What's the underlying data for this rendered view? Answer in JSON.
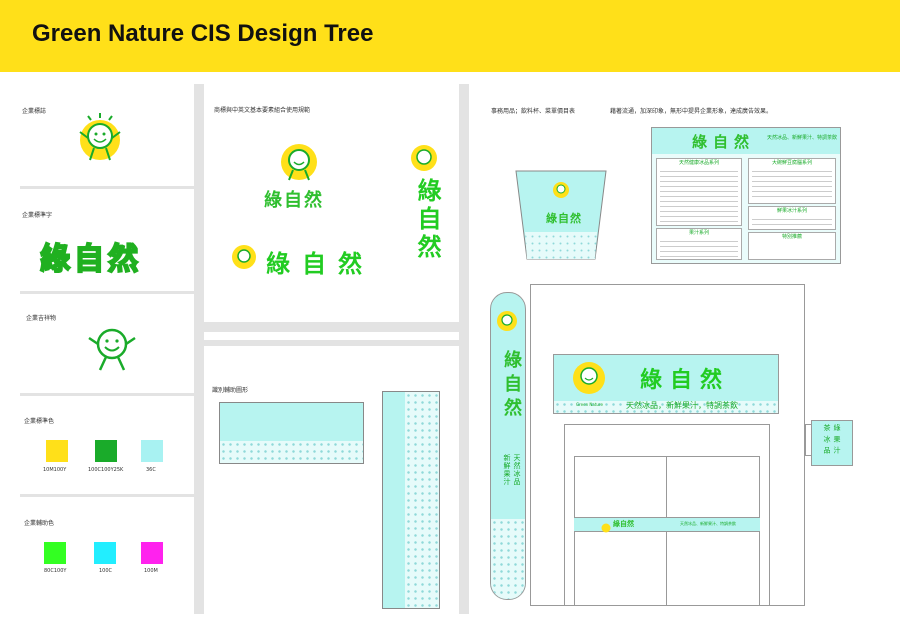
{
  "header": {
    "title": "Green Nature CIS Design Tree"
  },
  "left_column": {
    "logo_label": "企業標誌",
    "wordmark_label": "企業標準字",
    "wordmark_text": "綠自然",
    "mascot_label": "企業吉祥物",
    "std_colors_label": "企業標準色",
    "std_colors": [
      {
        "hex": "#ffe019",
        "code": "10M100Y"
      },
      {
        "hex": "#1aab2a",
        "code": "100C100Y25K"
      },
      {
        "hex": "#a8f2f2",
        "code": "36C"
      }
    ],
    "aux_colors_label": "企業輔助色",
    "aux_colors": [
      {
        "hex": "#33ff22",
        "code": "80C100Y"
      },
      {
        "hex": "#22eeff",
        "code": "100C"
      },
      {
        "hex": "#ff22ee",
        "code": "100M"
      }
    ]
  },
  "middle_column": {
    "combo_label": "商標與中英文基本要素組合使用規範",
    "wordmark_text": "綠自然",
    "vertical_text": "綠自然",
    "pattern_label": "識別輔助圖形"
  },
  "right_column": {
    "applications_label": "事務用品；飲料杯、菜單價目表",
    "applications_note": "藉著流通，加深印象，無形中提昇企業形象，達成廣告效果。",
    "cup_text": "綠自然",
    "menu": {
      "title": "綠自然",
      "slogan": "天然冰品、新鮮果汁、特調茶飲",
      "section1": "天然健康冰品系列",
      "section2": "大碗鮮豆腐腦系列",
      "section3": "果汁系列",
      "section4": "鮮果冰汁系列",
      "section5": "特別推薦"
    },
    "sign_wordmark": "綠自然",
    "sign_slogan": "天然冰品，新鮮果汁，特調茶飲",
    "sign_english": "Green Nature",
    "vertical_banner_text": "綠自然",
    "vertical_banner_slogan": "天然冰品 新鮮果汁",
    "door_wordmark": "綠自然",
    "door_slogan": "天然冰品、新鮮果汁、特調茶飲",
    "side_sign_text": "綠 果 汁 茶 冰 品"
  }
}
